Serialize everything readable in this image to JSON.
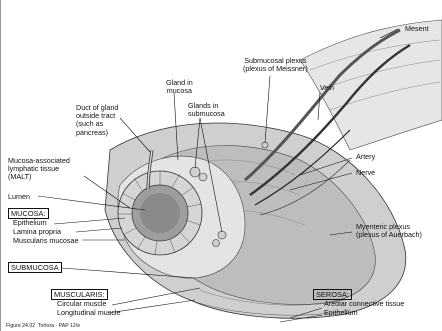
{
  "labels": {
    "mesentery": "Mesent",
    "submucosal_plexus": "Submucosal plexus\n(plexus of Meissner)",
    "vein": "Vein",
    "gland_in_mucosa": "Gland in\nmucosa",
    "duct_of_gland": "Duct of gland\noutside tract\n(such as\npancreas)",
    "glands_in_submucosa": "Glands in\nsubmucosa",
    "malt": "Mucosa-associated\nlymphatic tissue\n(MALT)",
    "lumen": "Lumen",
    "mucosa_header": "MUCOSA:",
    "epithelium_mucosa": "Epithelium",
    "lamina_propria": "Lamina propria",
    "muscularis_mucosae": "Muscularis mucosae",
    "artery": "Artery",
    "nerve": "Nerve",
    "myenteric_plexus": "Myenteric plexus\n(plexus of Auerbach)",
    "submucosa_header": "SUBMUCOSA",
    "muscularis_header": "MUSCULARIS:",
    "circular_muscle": "Circular muscle",
    "longitudinal_muscle": "Longitudinal muscle",
    "serosa_header": "SEROSA:",
    "areolar_connective_tissue": "Areolar connective tissue",
    "epithelium_serosa": "Epithelium"
  },
  "caption": "Figure 24.02  Tortora - PAP 12/e",
  "colors": {
    "background": "#ffffff",
    "ink": "#111111",
    "tissue_light": "#e2e2e2",
    "tissue_mid": "#b8b8b8",
    "tissue_dark": "#6e6e6e"
  }
}
